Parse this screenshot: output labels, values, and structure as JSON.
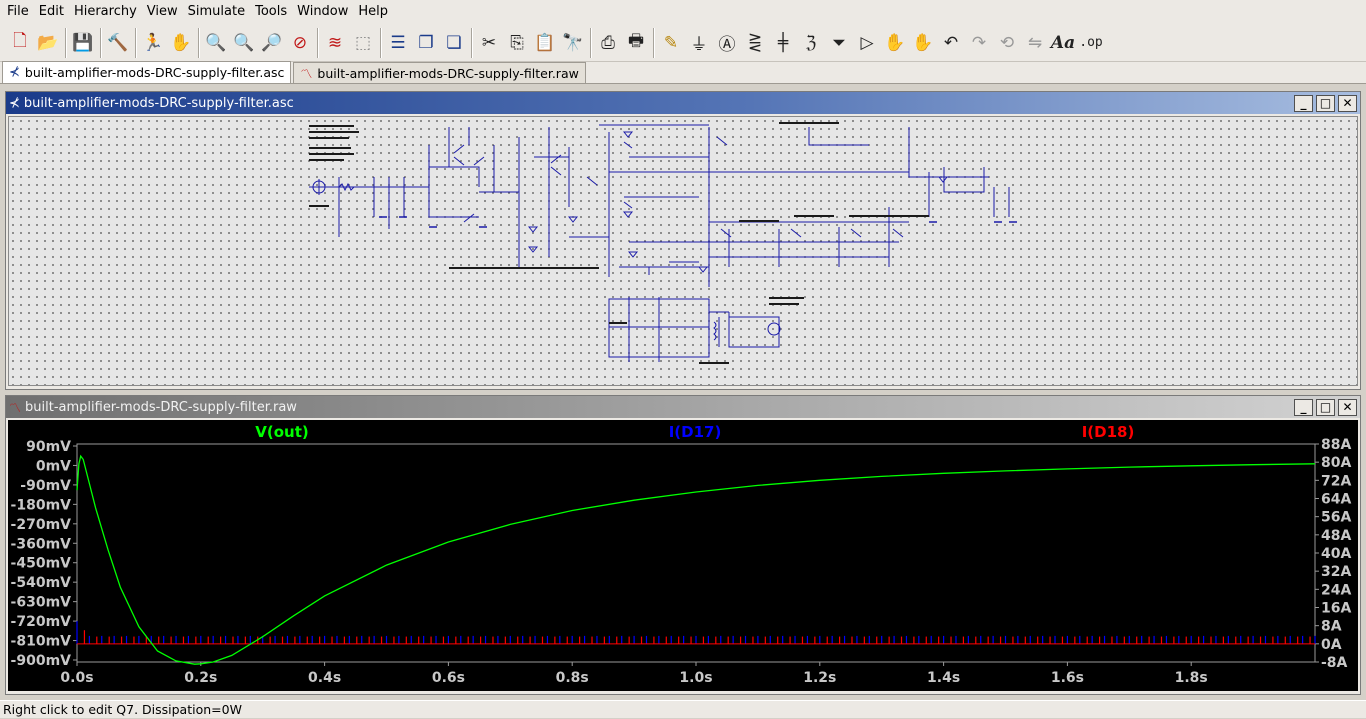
{
  "menu": [
    "File",
    "Edit",
    "Hierarchy",
    "View",
    "Simulate",
    "Tools",
    "Window",
    "Help"
  ],
  "toolbar_icons": [
    "new-schematic-icon",
    "open-icon",
    "save-icon",
    "control-panel-icon",
    "run-icon",
    "halt-icon",
    "zoom-in-icon",
    "zoom-area-icon",
    "zoom-out-icon",
    "zoom-cancel-icon",
    "autorange-icon",
    "autorange-area-icon",
    "tile-horizontal-icon",
    "cascade-icon",
    "tile-vertical-icon",
    "cut-icon",
    "copy-icon",
    "paste-icon",
    "find-icon",
    "print-setup-icon",
    "print-icon",
    "draw-wire-icon",
    "ground-icon",
    "label-net-icon",
    "resistor-icon",
    "capacitor-icon",
    "inductor-icon",
    "diode-icon",
    "component-icon",
    "move-icon",
    "drag-icon",
    "undo-icon",
    "redo-icon",
    "rotate-icon",
    "mirror-icon",
    "text-icon",
    "spice-directive-icon"
  ],
  "tabs": [
    {
      "label": "built-amplifier-mods-DRC-supply-filter.asc",
      "icon": "schematic-tab-icon",
      "active": true
    },
    {
      "label": "built-amplifier-mods-DRC-supply-filter.raw",
      "icon": "waveform-tab-icon",
      "active": false
    }
  ],
  "schematic_window": {
    "title": "built-amplifier-mods-DRC-supply-filter.asc"
  },
  "waveform_window": {
    "title": "built-amplifier-mods-DRC-supply-filter.raw"
  },
  "window_buttons": {
    "minimize": "_",
    "maximize": "□",
    "close": "✕"
  },
  "chart_data": {
    "type": "line",
    "traces": [
      {
        "name": "V(out)",
        "color": "#00ff00",
        "axis": "left"
      },
      {
        "name": "I(D17)",
        "color": "#0000ff",
        "axis": "right"
      },
      {
        "name": "I(D18)",
        "color": "#ff0000",
        "axis": "right"
      }
    ],
    "x_ticks": [
      "0.0s",
      "0.2s",
      "0.4s",
      "0.6s",
      "0.8s",
      "1.0s",
      "1.2s",
      "1.4s",
      "1.6s",
      "1.8s"
    ],
    "y_left_ticks": [
      "90mV",
      "0mV",
      "-90mV",
      "-180mV",
      "-270mV",
      "-360mV",
      "-450mV",
      "-540mV",
      "-630mV",
      "-720mV",
      "-810mV",
      "-900mV"
    ],
    "y_right_ticks": [
      "88A",
      "80A",
      "72A",
      "64A",
      "56A",
      "48A",
      "40A",
      "32A",
      "24A",
      "16A",
      "8A",
      "0A",
      "-8A"
    ],
    "xlim": [
      0,
      2.0
    ],
    "ylim_left": [
      -900,
      90
    ],
    "ylim_right": [
      -8,
      88
    ],
    "vout": {
      "x": [
        0,
        0.003,
        0.006,
        0.01,
        0.02,
        0.03,
        0.05,
        0.07,
        0.1,
        0.13,
        0.16,
        0.19,
        0.2,
        0.22,
        0.25,
        0.3,
        0.35,
        0.4,
        0.5,
        0.6,
        0.7,
        0.8,
        0.9,
        1.0,
        1.1,
        1.2,
        1.3,
        1.4,
        1.5,
        1.6,
        1.7,
        1.8,
        1.9,
        2.0
      ],
      "y": [
        -120,
        0,
        35,
        20,
        -90,
        -200,
        -390,
        -560,
        -740,
        -850,
        -895,
        -910,
        -908,
        -900,
        -870,
        -785,
        -690,
        -600,
        -460,
        -355,
        -275,
        -212,
        -165,
        -128,
        -98,
        -75,
        -57,
        -43,
        -32,
        -23,
        -15,
        -9,
        -4,
        0
      ]
    },
    "id17": {
      "spike_interval_s": 0.02,
      "spike_amplitude_a": 3.5,
      "first_spike_a": 10
    },
    "id18": {
      "spike_interval_s": 0.02,
      "spike_amplitude_a": 3.2,
      "first_spike_a": 6,
      "first_spike_x": 0.012
    }
  },
  "status": {
    "text": "Right click to edit Q7.   Dissipation=0W"
  }
}
